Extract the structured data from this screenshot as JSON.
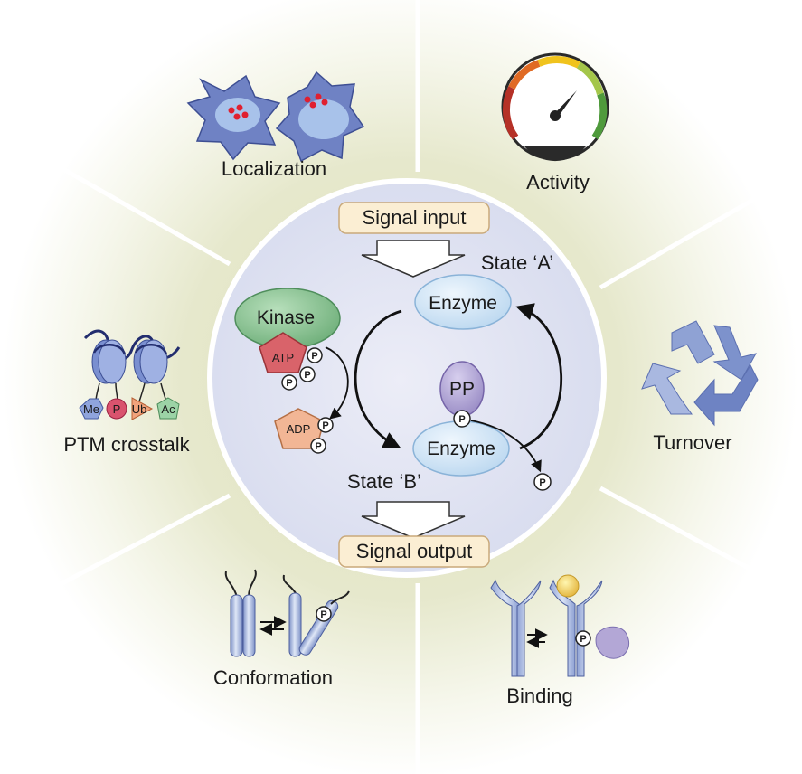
{
  "segments": {
    "localization": "Localization",
    "activity": "Activity",
    "turnover": "Turnover",
    "binding": "Binding",
    "conformation": "Conformation",
    "ptm": "PTM crosstalk"
  },
  "center": {
    "signal_input": "Signal input",
    "signal_output": "Signal output",
    "state_a": "State ‘A’",
    "state_b": "State ‘B’",
    "enzyme": "Enzyme",
    "kinase": "Kinase",
    "pp": "PP",
    "atp": "ATP",
    "adp": "ADP",
    "phospho": "P"
  },
  "ptm_marks": {
    "me": "Me",
    "p": "P",
    "ub": "Ub",
    "ac": "Ac"
  },
  "colors": {
    "enzyme_fill": "#d6e8f6",
    "kinase_fill": "#86c28f",
    "pp_fill": "#b8acd6",
    "atp_fill": "#d9636a",
    "adp_fill": "#f2b695",
    "box_fill": "#fbeed3",
    "center_fill": "#e3e7f4",
    "cell_fill": "#6f82c4",
    "nucleus_fill": "#a8c2ea"
  }
}
